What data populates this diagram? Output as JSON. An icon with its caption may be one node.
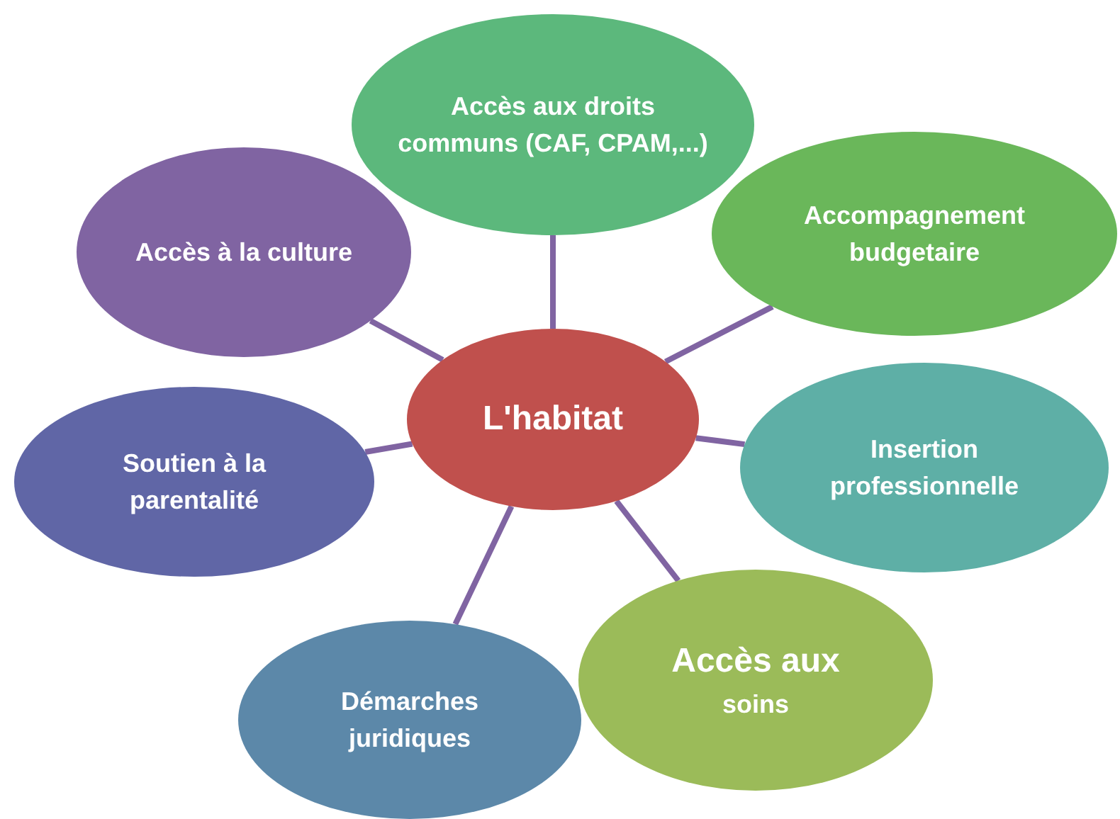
{
  "diagram": {
    "nodes": [
      {
        "text": [
          "L'habitat"
        ]
      },
      {
        "text": [
          "Accès aux droits communs (CAF, CPAM,...)"
        ]
      },
      {
        "text": [
          "Accompagnement budgetaire"
        ]
      },
      {
        "text": [
          "Insertion professionnelle"
        ]
      },
      {
        "text": [
          "Accès aux",
          "soins"
        ]
      },
      {
        "text": [
          "Démarches juridiques"
        ]
      },
      {
        "text": [
          "Soutien à la parentalité"
        ]
      },
      {
        "text": [
          "Accès à la culture"
        ]
      }
    ],
    "edges": [
      {
        "from": 0,
        "to": 1,
        "arrow": "none"
      },
      {
        "from": 0,
        "to": 2,
        "arrow": "none"
      },
      {
        "from": 0,
        "to": 3,
        "arrow": "none"
      },
      {
        "from": 0,
        "to": 4,
        "arrow": "none"
      },
      {
        "from": 0,
        "to": 5,
        "arrow": "none"
      },
      {
        "from": 0,
        "to": 6,
        "arrow": "none"
      },
      {
        "from": 0,
        "to": 7,
        "arrow": "none"
      }
    ]
  }
}
